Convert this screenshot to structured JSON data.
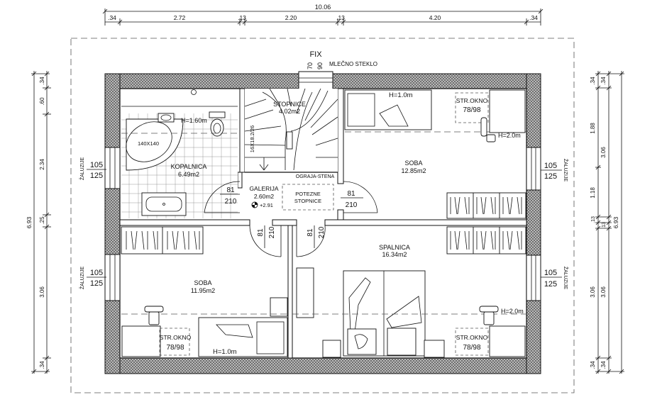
{
  "dimensions": {
    "top_total": "10.06",
    "top_segments": [
      ".34",
      "2.72",
      ".13",
      "2.20",
      ".13",
      "4.20",
      ".34"
    ],
    "left_total": "6.93",
    "left_segments": [
      ".34",
      ".60",
      "2.34",
      ".25",
      "3.06",
      ".34"
    ],
    "right_total": "6.93",
    "right_mid_total": "3.06",
    "right_segments": [
      ".34",
      "1.88",
      "1.18",
      ".13",
      ".13",
      "3.06",
      ".34"
    ]
  },
  "window_fix": {
    "label": "FIX",
    "w": "70",
    "h": "90",
    "note": "MLEČNO STEKLO"
  },
  "rooms": {
    "bathroom": {
      "name": "KOPALNICA",
      "area": "6.49m2",
      "tub": "140X140",
      "height": "H=1.60m"
    },
    "stairs": {
      "name": "STOPNICE",
      "area": "4.02m2",
      "steps": "16X18.2/26"
    },
    "room_ne": {
      "name": "SOBA",
      "area": "12.85m2",
      "height": "H=1.0m",
      "height2": "H=2.0m",
      "roof_window": "STR.OKNO",
      "roof_window_size": "78/98"
    },
    "gallery": {
      "name": "GALERIJA",
      "area": "2.60m2",
      "level": "+2.91",
      "rail": "OGRAJA-STENA",
      "ladder1": "POTEZNE",
      "ladder2": "STOPNICE"
    },
    "room_sw": {
      "name": "SOBA",
      "area": "11.95m2",
      "height": "H=1.0m",
      "roof_window": "STR.OKNO",
      "roof_window_size": "78/98"
    },
    "bedroom": {
      "name": "SPALNICA",
      "area": "16.34m2",
      "height": "H=2.0m",
      "roof_window": "STR.OKNO",
      "roof_window_size": "78/98"
    }
  },
  "doors": {
    "width": "81",
    "height": "210"
  },
  "windows": {
    "width": "105",
    "height": "125",
    "shutter": "ŽALUZIJE"
  }
}
